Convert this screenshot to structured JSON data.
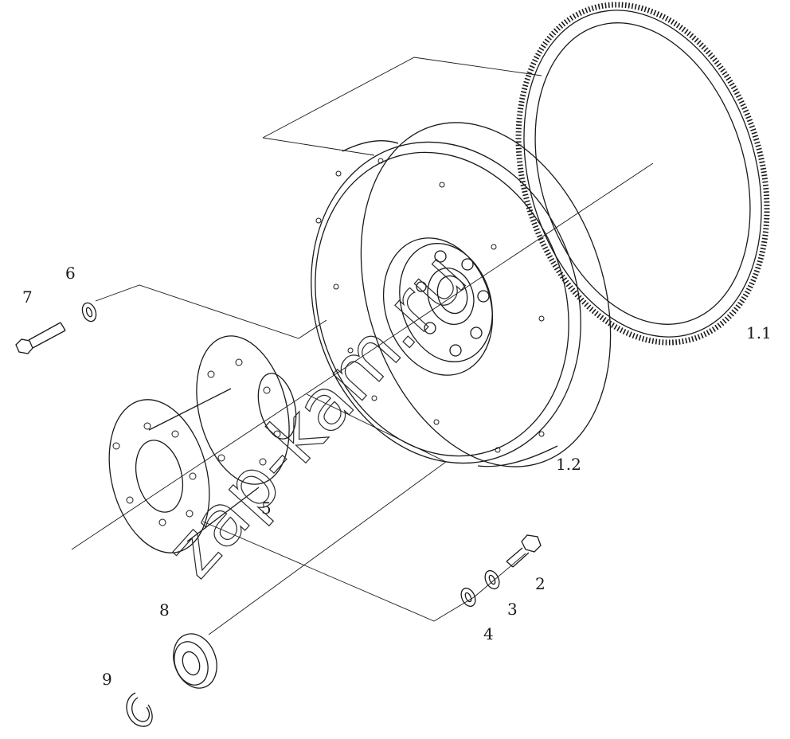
{
  "callouts": {
    "p1_1": "1.1",
    "p1_2": "1.2",
    "p2": "2",
    "p3": "3",
    "p4": "4",
    "p5": "5",
    "p6": "6",
    "p7": "7",
    "p8": "8",
    "p9": "9"
  },
  "watermark": "zap-kam.ru"
}
